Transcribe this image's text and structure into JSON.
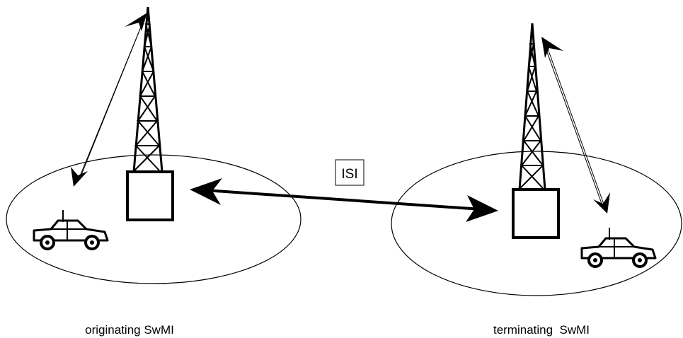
{
  "interface_label": "ISI",
  "left_site": {
    "label": "originating SwMI"
  },
  "right_site": {
    "label": "terminating  SwMI"
  },
  "colors": {
    "ink": "#000000",
    "background": "#ffffff"
  },
  "icons": [
    "radio-tower-icon",
    "base-station-box-icon",
    "vehicle-icon",
    "radio-link-arrow-icon",
    "isi-link-arrow-icon"
  ]
}
